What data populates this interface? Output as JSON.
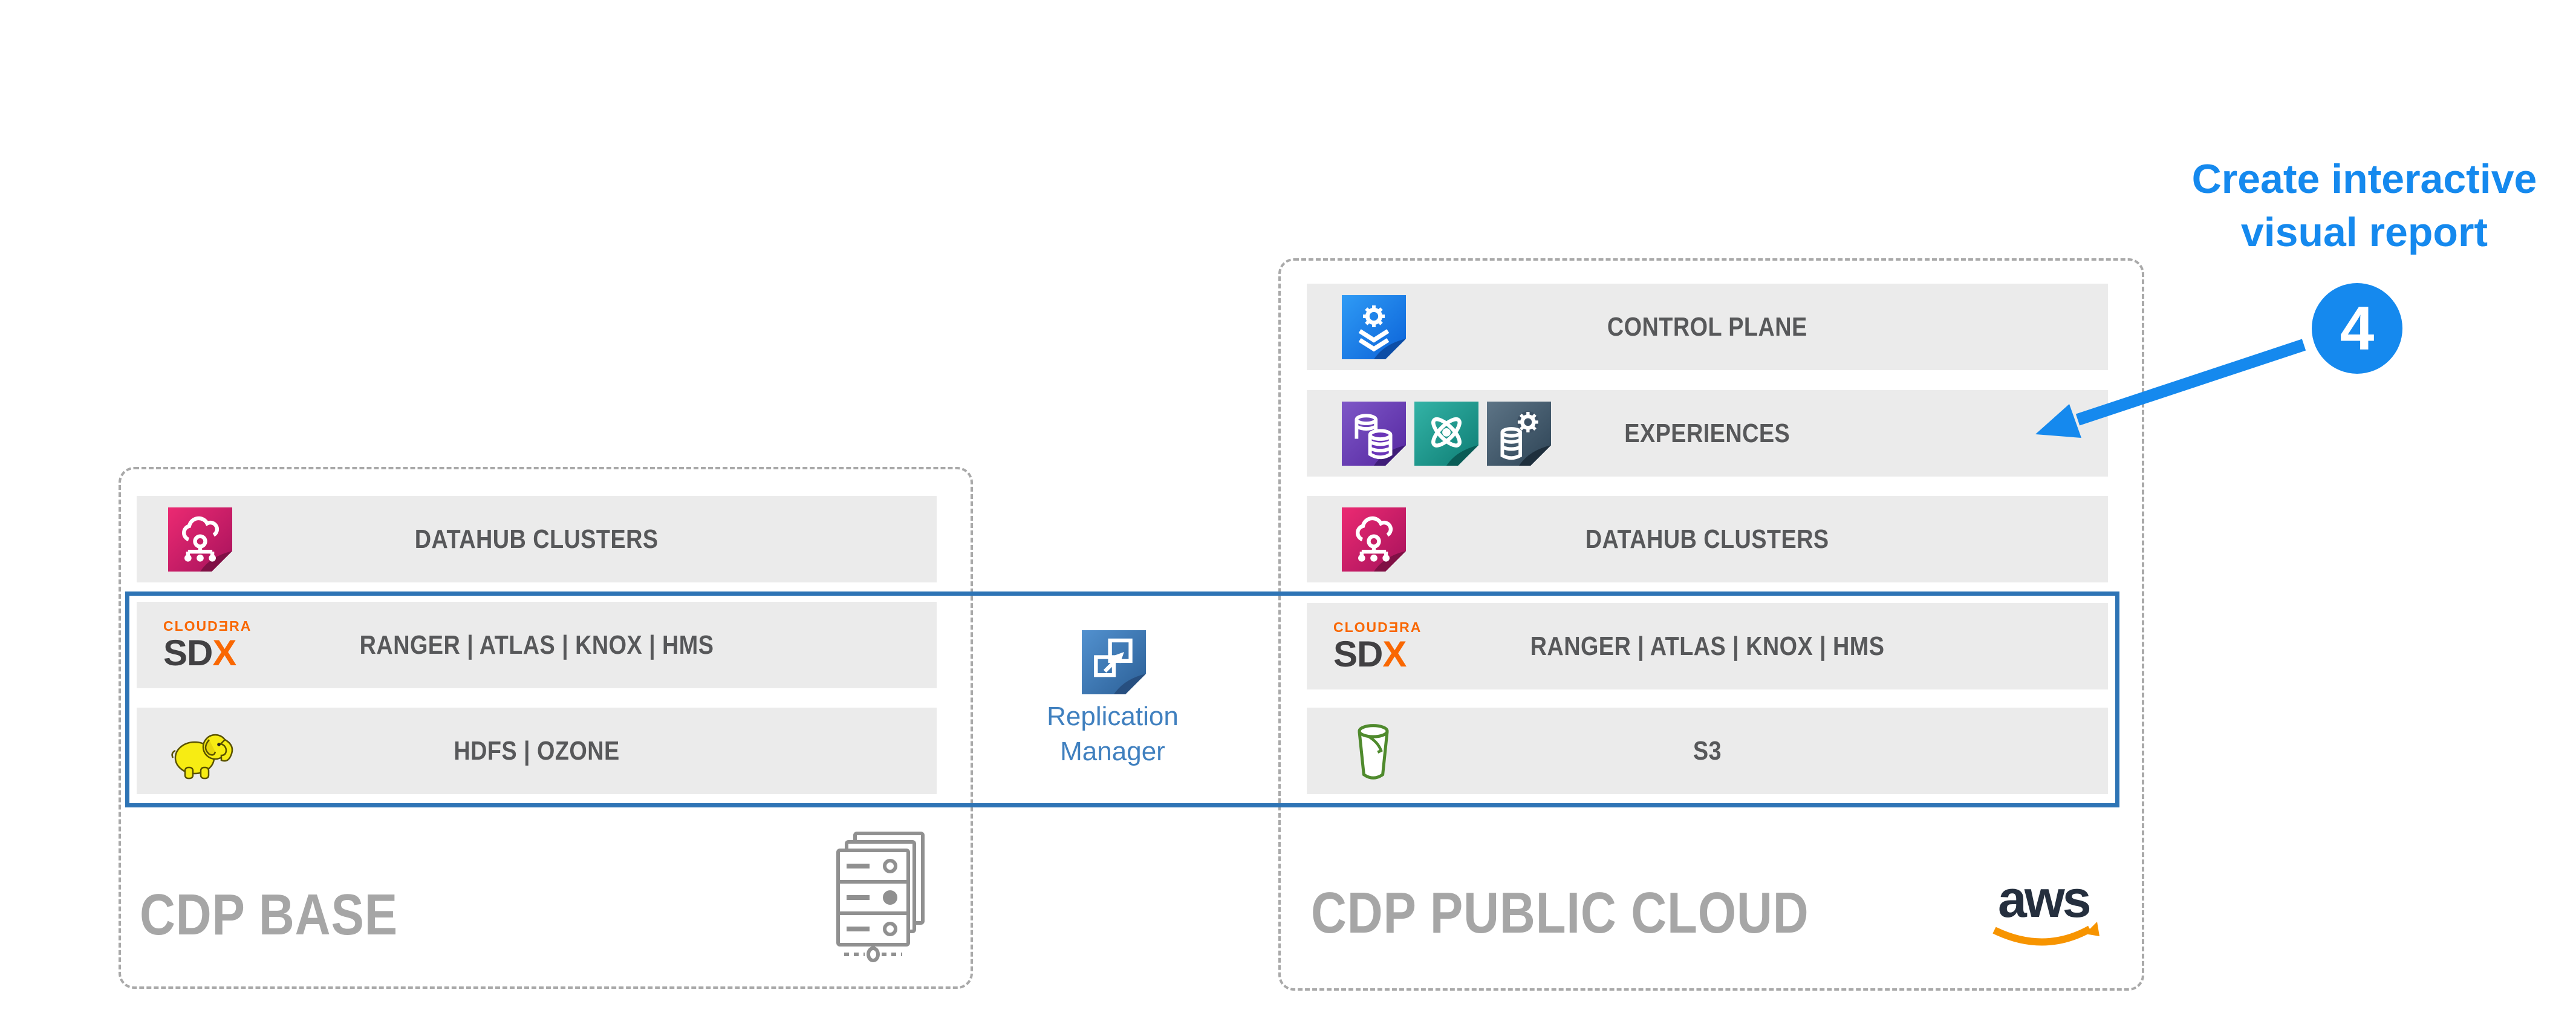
{
  "annotation": {
    "line1": "Create interactive",
    "line2": "visual report",
    "step_number": "4",
    "accent_color": "#1589ee"
  },
  "cdp_public_cloud": {
    "title": "CDP PUBLIC CLOUD",
    "provider_logo_text": "aws",
    "rows": [
      {
        "label": "CONTROL PLANE",
        "icon": "control-plane-icon"
      },
      {
        "label": "EXPERIENCES",
        "icon": "experiences-icons"
      },
      {
        "label": "DATAHUB CLUSTERS",
        "icon": "datahub-clusters-icon"
      },
      {
        "label": "RANGER | ATLAS | KNOX | HMS",
        "icon": "cloudera-sdx-logo"
      },
      {
        "label": "S3",
        "icon": "s3-bucket-icon"
      }
    ]
  },
  "cdp_base": {
    "title": "CDP BASE",
    "rows": [
      {
        "label": "DATAHUB CLUSTERS",
        "icon": "datahub-clusters-icon"
      },
      {
        "label": "RANGER | ATLAS | KNOX | HMS",
        "icon": "cloudera-sdx-logo"
      },
      {
        "label": "HDFS | OZONE",
        "icon": "hadoop-elephant-icon"
      }
    ]
  },
  "replication_manager": {
    "line1": "Replication",
    "line2": "Manager"
  },
  "sdx_logo": {
    "brand": "CLOUDƎRA",
    "sd": "SD",
    "x": "X"
  },
  "colors": {
    "row_bg": "#ebebeb",
    "row_text": "#57585a",
    "panel_title": "#a6a6a6",
    "blue_border": "#2e74b5",
    "annotation_blue": "#1589ee",
    "sdx_orange": "#f96702",
    "aws_navy": "#252f3e",
    "aws_orange": "#f79400"
  }
}
